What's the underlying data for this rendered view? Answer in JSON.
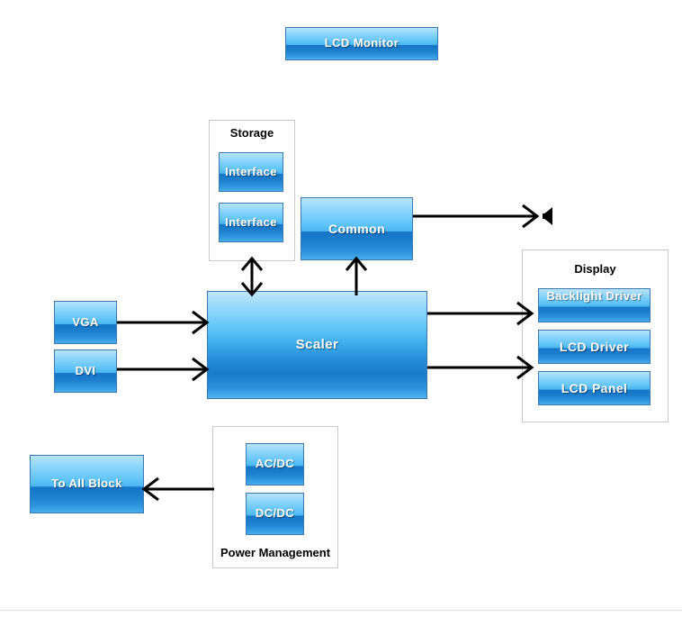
{
  "diagram": {
    "title_block": {
      "label": "LCD Monitor"
    },
    "groups": [
      {
        "name": "storage",
        "title": "Storage"
      },
      {
        "name": "display",
        "title": "Display"
      },
      {
        "name": "power-management",
        "title": "Power Management"
      }
    ],
    "blocks": [
      {
        "name": "lcd-monitor",
        "label": "LCD Monitor"
      },
      {
        "name": "storage-interface-1",
        "label": "Interface"
      },
      {
        "name": "storage-interface-2",
        "label": "Interface"
      },
      {
        "name": "common",
        "label": "Common"
      },
      {
        "name": "vga",
        "label": "VGA"
      },
      {
        "name": "dvi",
        "label": "DVI"
      },
      {
        "name": "scaler",
        "label": "Scaler"
      },
      {
        "name": "backlight-driver",
        "label": "Backlight Driver"
      },
      {
        "name": "lcd-driver",
        "label": "LCD Driver"
      },
      {
        "name": "lcd-panel",
        "label": "LCD Panel"
      },
      {
        "name": "ac-dc",
        "label": "AC/DC"
      },
      {
        "name": "dc-dc",
        "label": "DC/DC"
      },
      {
        "name": "to-all-block",
        "label": "To All Block"
      }
    ],
    "icons": [
      {
        "name": "speaker-icon",
        "label": "speaker"
      }
    ],
    "colors": {
      "block_border": "#3a78b5",
      "block_light": "#b9e4fb",
      "block_dark": "#1574c6",
      "group_border": "#c8c8c8",
      "connector": "#000000",
      "label_text": "#ffffff",
      "title_text": "#000000",
      "background": "#ffffff",
      "rule": "#e3e3e3"
    }
  }
}
